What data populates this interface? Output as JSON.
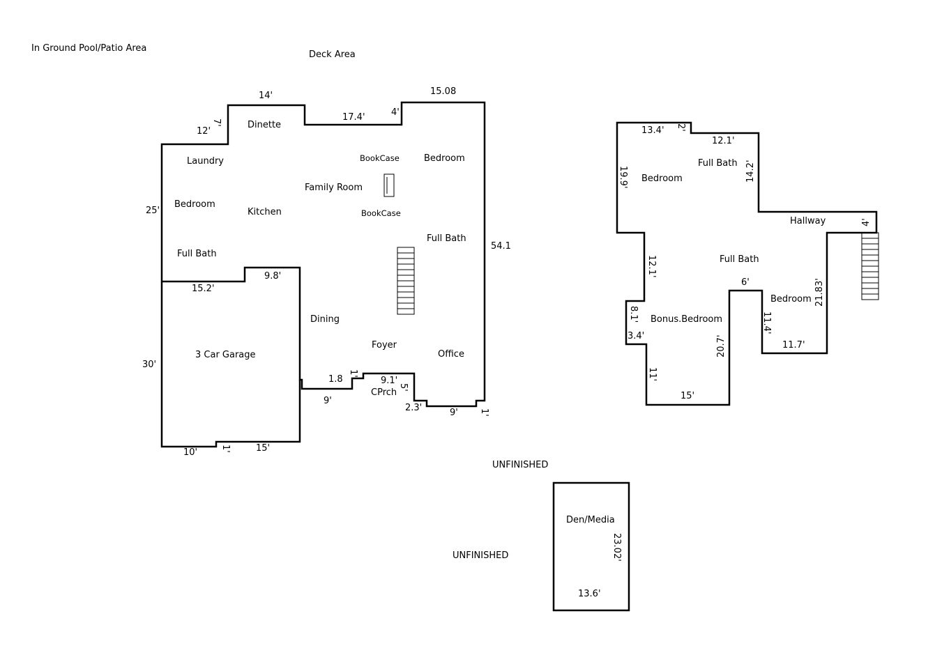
{
  "areas": {
    "pool_patio": "In Ground Pool/Patio Area",
    "deck": "Deck Area",
    "unfinished_1": "UNFINISHED",
    "unfinished_2": "UNFINISHED"
  },
  "main_floor": {
    "rooms": {
      "dinette": "Dinette",
      "laundry": "Laundry",
      "bedroom_west": "Bedroom",
      "kitchen": "Kitchen",
      "full_bath_west": "Full Bath",
      "family_room": "Family Room",
      "bookcase_top": "BookCase",
      "bookcase_bottom": "BookCase",
      "bedroom_east": "Bedroom",
      "full_bath_east": "Full Bath",
      "dining": "Dining",
      "foyer": "Foyer",
      "office": "Office",
      "garage": "3 Car Garage",
      "porch": "CPrch"
    },
    "dims": {
      "d14": "14'",
      "d7": "7'",
      "d12": "12'",
      "d17_4": "17.4'",
      "d4": "4'",
      "d15_08": "15.08",
      "d25": "25'",
      "d54_1": "54.1",
      "d15_2": "15.2'",
      "d9_8": "9.8'",
      "d30": "30'",
      "d1_8": "1.8",
      "d1a": "1'",
      "d9_1": "9.1'",
      "d5": "5'",
      "d9a": "9'",
      "d2_3": "2.3'",
      "d9b": "9'",
      "d1b": "1'",
      "d10": "10'",
      "d1c": "1'",
      "d15": "15'"
    }
  },
  "upper_floor": {
    "rooms": {
      "bedroom_nw": "Bedroom",
      "full_bath_n": "Full Bath",
      "hallway": "Hallway",
      "full_bath_c": "Full Bath",
      "bedroom_e": "Bedroom",
      "bonus_bedroom": "Bonus.Bedroom"
    },
    "dims": {
      "d13_4": "13.4'",
      "d2": "2'",
      "d12_1a": "12.1'",
      "d19_9": "19.9'",
      "d14_2": "14.2'",
      "d4": "4'",
      "d12_1b": "12.1'",
      "d6": "6'",
      "d21_83": "21.83'",
      "d8_1": "8.1'",
      "d11_4": "11.4'",
      "d3_4": "3.4'",
      "d20_7": "20.7'",
      "d11_7": "11.7'",
      "d11": "11'",
      "d15": "15'"
    }
  },
  "basement": {
    "rooms": {
      "den_media": "Den/Media"
    },
    "dims": {
      "d23_02": "23.02'",
      "d13_6": "13.6'"
    }
  }
}
